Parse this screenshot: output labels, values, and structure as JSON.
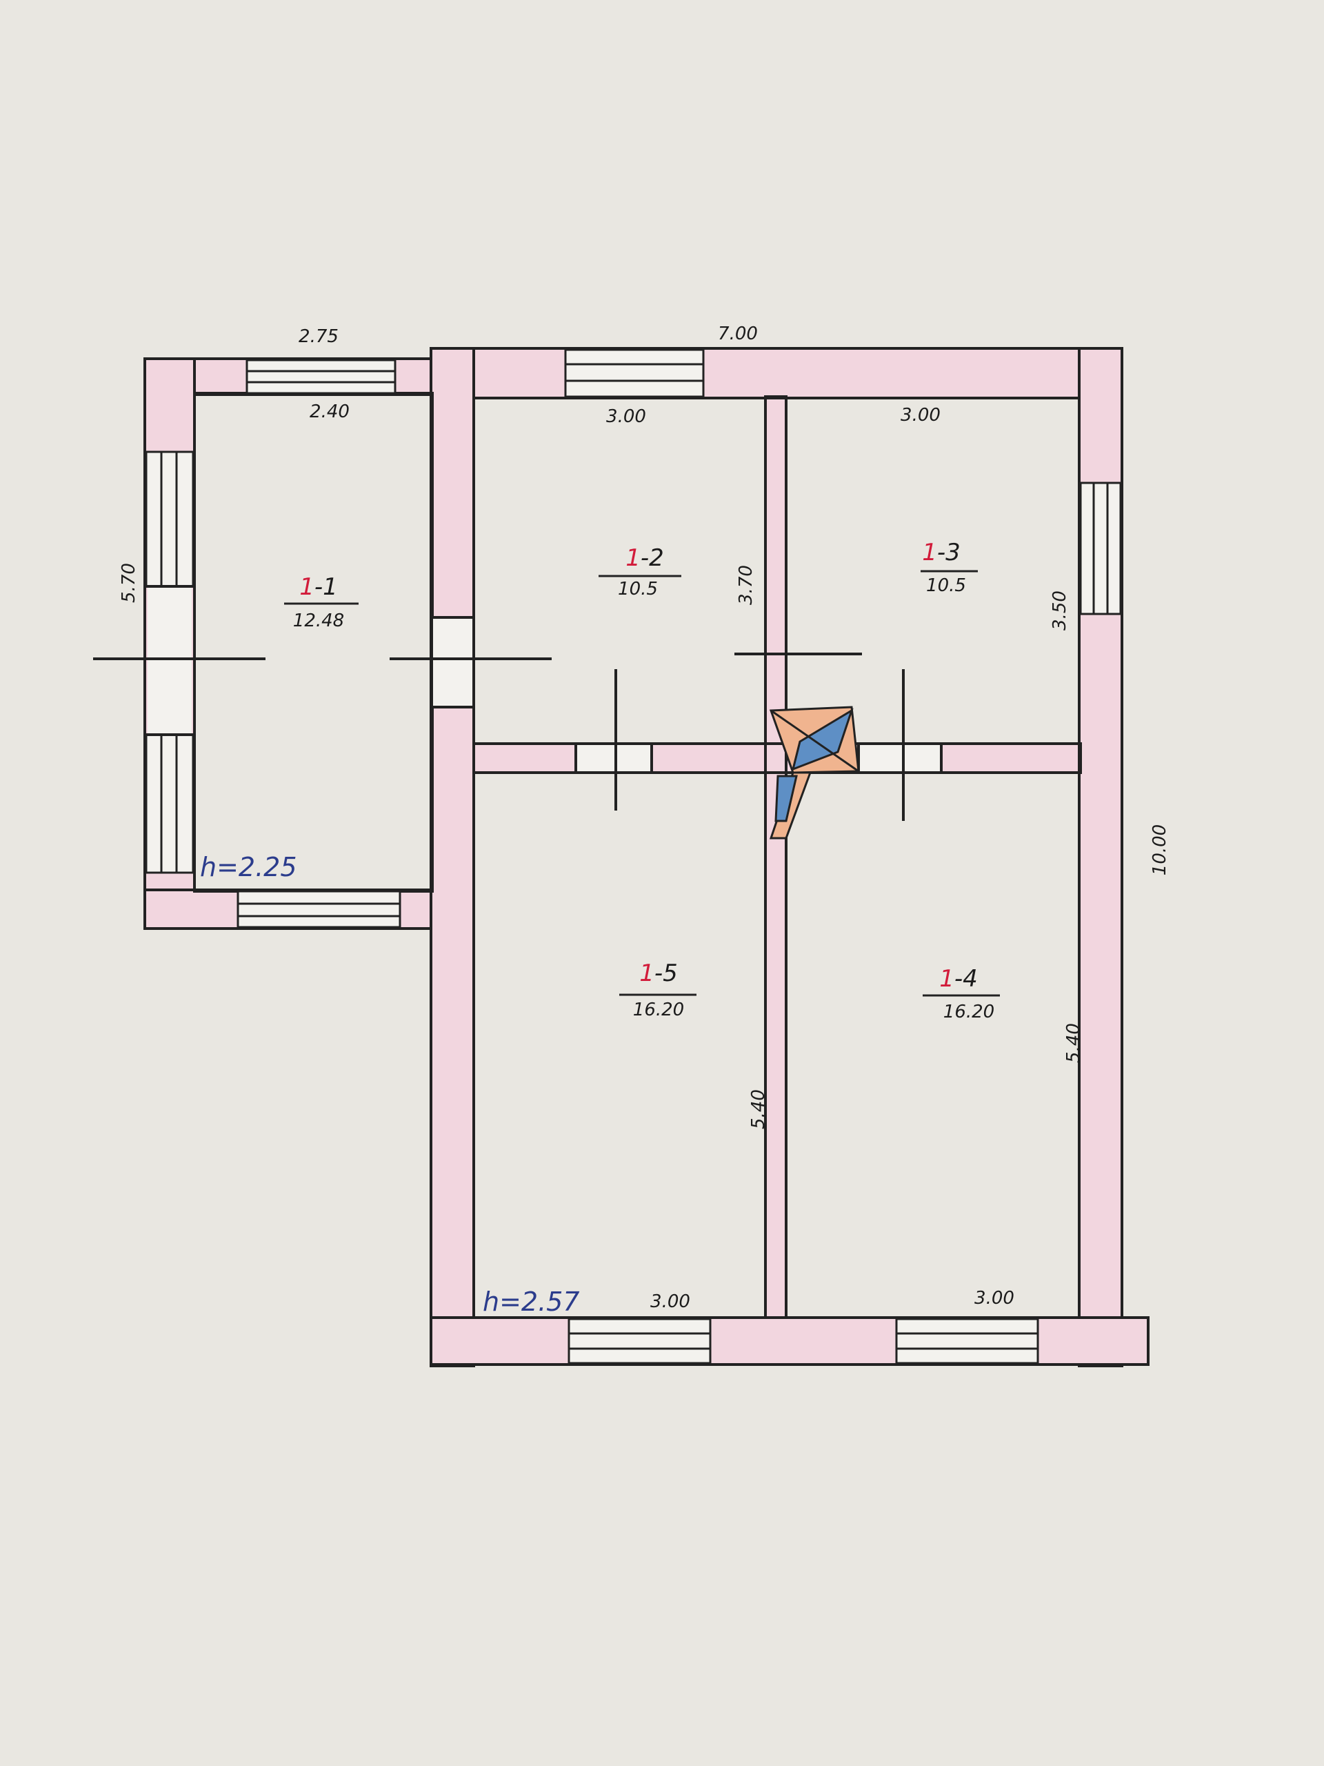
{
  "colors": {
    "paper": "#e9e7e1",
    "wall_fill": "#f2d6df",
    "ink": "#222222",
    "room_marker_red": "#d21b3a",
    "height_blue": "#2b3c8c",
    "stove_orange": "#f0b48f",
    "stove_blue": "#5e8fc5"
  },
  "dimensions": {
    "top_left_outer": "2.75",
    "top_right_outer": "7.00",
    "room1_top_inner": "2.40",
    "room1_side": "5.70",
    "room2_top": "3.00",
    "room3_top": "3.00",
    "partition_height": "3.70",
    "right_side_upper": "3.50",
    "right_outer": "10.00",
    "room4_side": "5.40",
    "room5_side": "5.40",
    "bottom_left": "3.00",
    "bottom_right": "3.00"
  },
  "rooms": [
    {
      "number_prefix": "1",
      "number_suffix": "-1",
      "area": "12.48"
    },
    {
      "number_prefix": "1",
      "number_suffix": "-2",
      "area": "10.5"
    },
    {
      "number_prefix": "1",
      "number_suffix": "-3",
      "area": "10.5"
    },
    {
      "number_prefix": "1",
      "number_suffix": "-4",
      "area": "16.20"
    },
    {
      "number_prefix": "1",
      "number_suffix": "-5",
      "area": "16.20"
    }
  ],
  "heights": {
    "annex": "h=2.25",
    "main": "h=2.57"
  }
}
